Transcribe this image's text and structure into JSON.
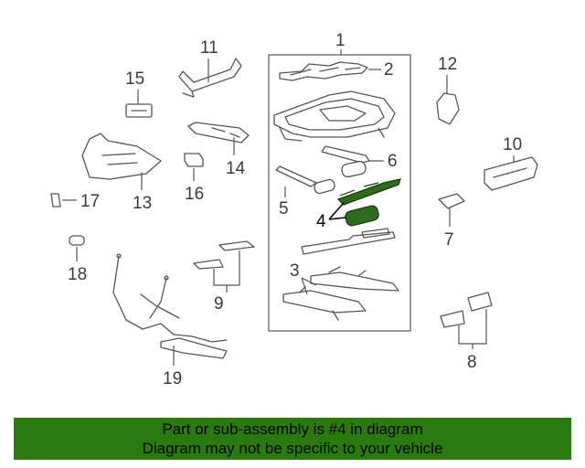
{
  "callouts": {
    "c1": "1",
    "c2": "2",
    "c3": "3",
    "c4": "4",
    "c5": "5",
    "c6": "6",
    "c7": "7",
    "c8": "8",
    "c9": "9",
    "c10": "10",
    "c11": "11",
    "c12": "12",
    "c13": "13",
    "c14": "14",
    "c15": "15",
    "c16": "16",
    "c17": "17",
    "c18": "18",
    "c19": "19"
  },
  "highlighted_part": "4",
  "colors": {
    "banner_bg": "#2a7a10",
    "highlight_part": "#1f5a12",
    "line": "#555555"
  },
  "banner": {
    "line1": "Part or sub-assembly is #4 in diagram",
    "line2": "Diagram may not be specific to your vehicle"
  }
}
